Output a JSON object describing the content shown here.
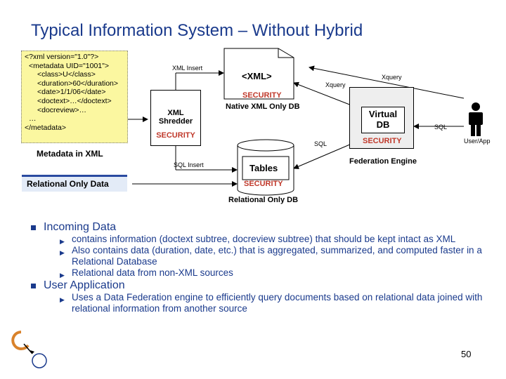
{
  "title": "Typical Information System – Without Hybrid",
  "metadata_note": {
    "lines": [
      "<?xml version=\"1.0\"?>",
      "<metadata UID=\"1001\">",
      "<class>U</class>",
      "<duration>60</duration>",
      "<date>1/1/06</date>",
      "<doctext>…</doctext>",
      "<docreview>…",
      "…",
      "</metadata>"
    ],
    "caption": "Metadata in XML"
  },
  "relational_data_label": "Relational Only Data",
  "xml_shredder": {
    "label_line1": "XML",
    "label_line2": "Shredder",
    "security": "SECURITY"
  },
  "native_xml_db": {
    "doc_label": "<XML>",
    "security": "SECURITY",
    "caption": "Native XML Only DB"
  },
  "relational_db": {
    "label": "Tables",
    "security": "SECURITY",
    "caption": "Relational Only DB"
  },
  "federation": {
    "label_line1": "Virtual",
    "label_line2": "DB",
    "security": "SECURITY",
    "caption": "Federation Engine"
  },
  "user": {
    "caption": "User/App"
  },
  "edges": {
    "xml_insert": "XML Insert",
    "sql_insert": "SQL Insert",
    "xquery_user": "Xquery",
    "xquery_fed": "Xquery",
    "sql_fed": "SQL",
    "sql_user": "SQL"
  },
  "bullets": [
    {
      "text": "Incoming Data",
      "sub": [
        "contains information (doctext subtree, docreview subtree) that should be kept intact as XML",
        "Also contains data (duration, date, etc.) that is aggregated, summarized, and computed faster in a Relational Database",
        "Relational data from non-XML sources"
      ]
    },
    {
      "text": "User Application",
      "sub": [
        "Uses a Data Federation engine to efficiently query documents based on relational data joined with relational information from another source"
      ]
    }
  ],
  "page_number": "50",
  "colors": {
    "title": "#1a3a8c",
    "security": "#c0392b",
    "note_bg": "#fbf7a0"
  }
}
